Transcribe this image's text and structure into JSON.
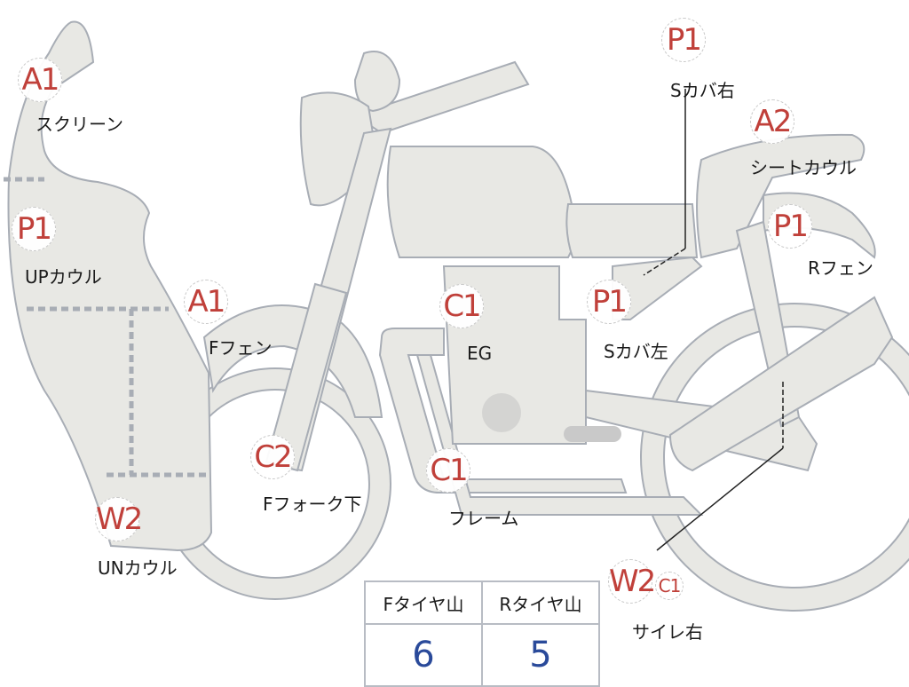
{
  "colors": {
    "part_fill": "#e8e8e4",
    "part_stroke": "#a8adb5",
    "grade": "#c0403a",
    "tire_value": "#2a4a9a"
  },
  "parts": [
    {
      "grade": "A1",
      "label": "スクリーン"
    },
    {
      "grade": "P1",
      "label": "UPカウル"
    },
    {
      "grade": "A1",
      "label": "Fフェン"
    },
    {
      "grade": "C2",
      "label": "Fフォーク下"
    },
    {
      "grade": "W2",
      "label": "UNカウル"
    },
    {
      "grade": "C1",
      "label": "EG"
    },
    {
      "grade": "C1",
      "label": "フレーム"
    },
    {
      "grade": "P1",
      "label": "Sカバ左"
    },
    {
      "grade": "P1",
      "label": "Sカバ右"
    },
    {
      "grade": "A2",
      "label": "シートカウル"
    },
    {
      "grade": "P1",
      "label": "Rフェン"
    },
    {
      "grade": "W2",
      "grade2": "C1",
      "label": "サイレ右"
    }
  ],
  "tires": {
    "front_label": "Fタイヤ山",
    "rear_label": "Rタイヤ山",
    "front_value": "6",
    "rear_value": "5"
  }
}
